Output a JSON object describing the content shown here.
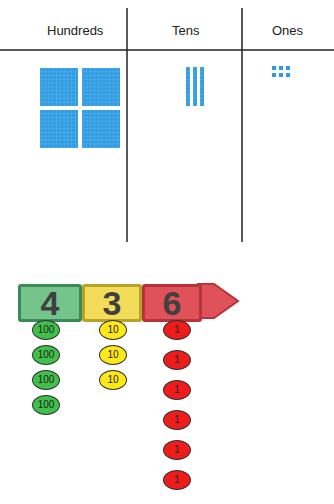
{
  "diagram": {
    "nodes": [
      {
        "text": [
          "4"
        ]
      },
      {
        "text": [
          "3"
        ]
      },
      {
        "text": [
          "6"
        ]
      },
      {
        "text": [
          "100"
        ]
      },
      {
        "text": [
          "100"
        ]
      },
      {
        "text": [
          "100"
        ]
      },
      {
        "text": [
          "100"
        ]
      },
      {
        "text": [
          "10"
        ]
      },
      {
        "text": [
          "10"
        ]
      },
      {
        "text": [
          "10"
        ]
      },
      {
        "text": [
          "1"
        ]
      },
      {
        "text": [
          "1"
        ]
      },
      {
        "text": [
          "1"
        ]
      },
      {
        "text": [
          "1"
        ]
      },
      {
        "text": [
          "1"
        ]
      },
      {
        "text": [
          "1"
        ]
      }
    ],
    "labels": [
      "Hundreds",
      "Tens",
      "Ones"
    ]
  }
}
